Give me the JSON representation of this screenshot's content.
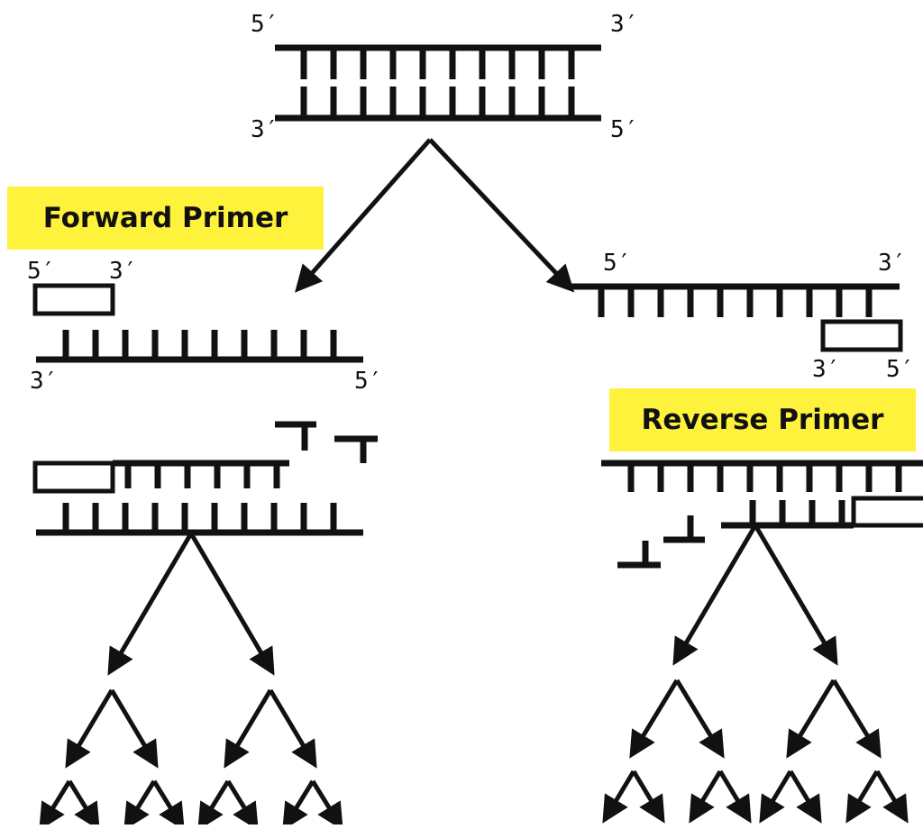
{
  "colors": {
    "ink": "#111111",
    "highlight": "#fff23c",
    "background": "#ffffff"
  },
  "labels": {
    "end5": "5′",
    "end3": "3′"
  },
  "primers": {
    "forward": "Forward Primer",
    "reverse": "Reverse Primer"
  }
}
